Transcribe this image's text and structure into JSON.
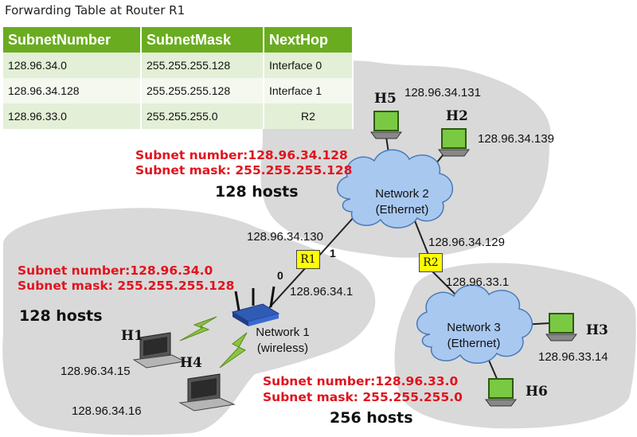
{
  "table": {
    "title": "Forwarding Table at Router R1",
    "headers": [
      "SubnetNumber",
      "SubnetMask",
      "NextHop"
    ],
    "rows": [
      [
        "128.96.34.0",
        "255.255.255.128",
        "Interface 0"
      ],
      [
        "128.96.34.128",
        "255.255.255.128",
        "Interface 1"
      ],
      [
        "128.96.33.0",
        "255.255.255.0",
        "R2"
      ]
    ]
  },
  "routers": {
    "r1": "R1",
    "r2": "R2"
  },
  "ports": {
    "p0": "0",
    "p1": "1"
  },
  "networks": {
    "n1": {
      "line1": "Network 1",
      "line2": "(wireless)"
    },
    "n2": {
      "line1": "Network 2",
      "line2": "(Ethernet)"
    },
    "n3": {
      "line1": "Network 3",
      "line2": "(Ethernet)"
    }
  },
  "hosts": {
    "h1": {
      "name": "H1",
      "ip": "128.96.34.15"
    },
    "h2": {
      "name": "H2",
      "ip": "128.96.34.139"
    },
    "h3": {
      "name": "H3",
      "ip": "128.96.33.14"
    },
    "h4": {
      "name": "H4",
      "ip": "128.96.34.16"
    },
    "h5": {
      "name": "H5",
      "ip": "128.96.34.131"
    },
    "h6": {
      "name": "H6",
      "ip": ""
    }
  },
  "interfaces": {
    "r1_net2": "128.96.34.130",
    "r1_net1": "128.96.34.1",
    "r2_net2": "128.96.34.129",
    "r2_net3": "128.96.33.1"
  },
  "subnets": {
    "s1": {
      "number": "Subnet number:128.96.34.0",
      "mask": "Subnet mask: 255.255.255.128",
      "hosts": "128 hosts"
    },
    "s2": {
      "number": "Subnet number:128.96.34.128",
      "mask": "Subnet mask: 255.255.255.128",
      "hosts": "128 hosts"
    },
    "s3": {
      "number": "Subnet number:128.96.33.0",
      "mask": "Subnet mask: 255.255.255.0",
      "hosts": "256 hosts"
    }
  },
  "colors": {
    "table_header": "#6aac1f",
    "region": "#d9d9d9",
    "cloud": "#a8c8f0",
    "router": "#ffff00",
    "red_text": "#e0141e",
    "monitor": "#7ac943"
  }
}
